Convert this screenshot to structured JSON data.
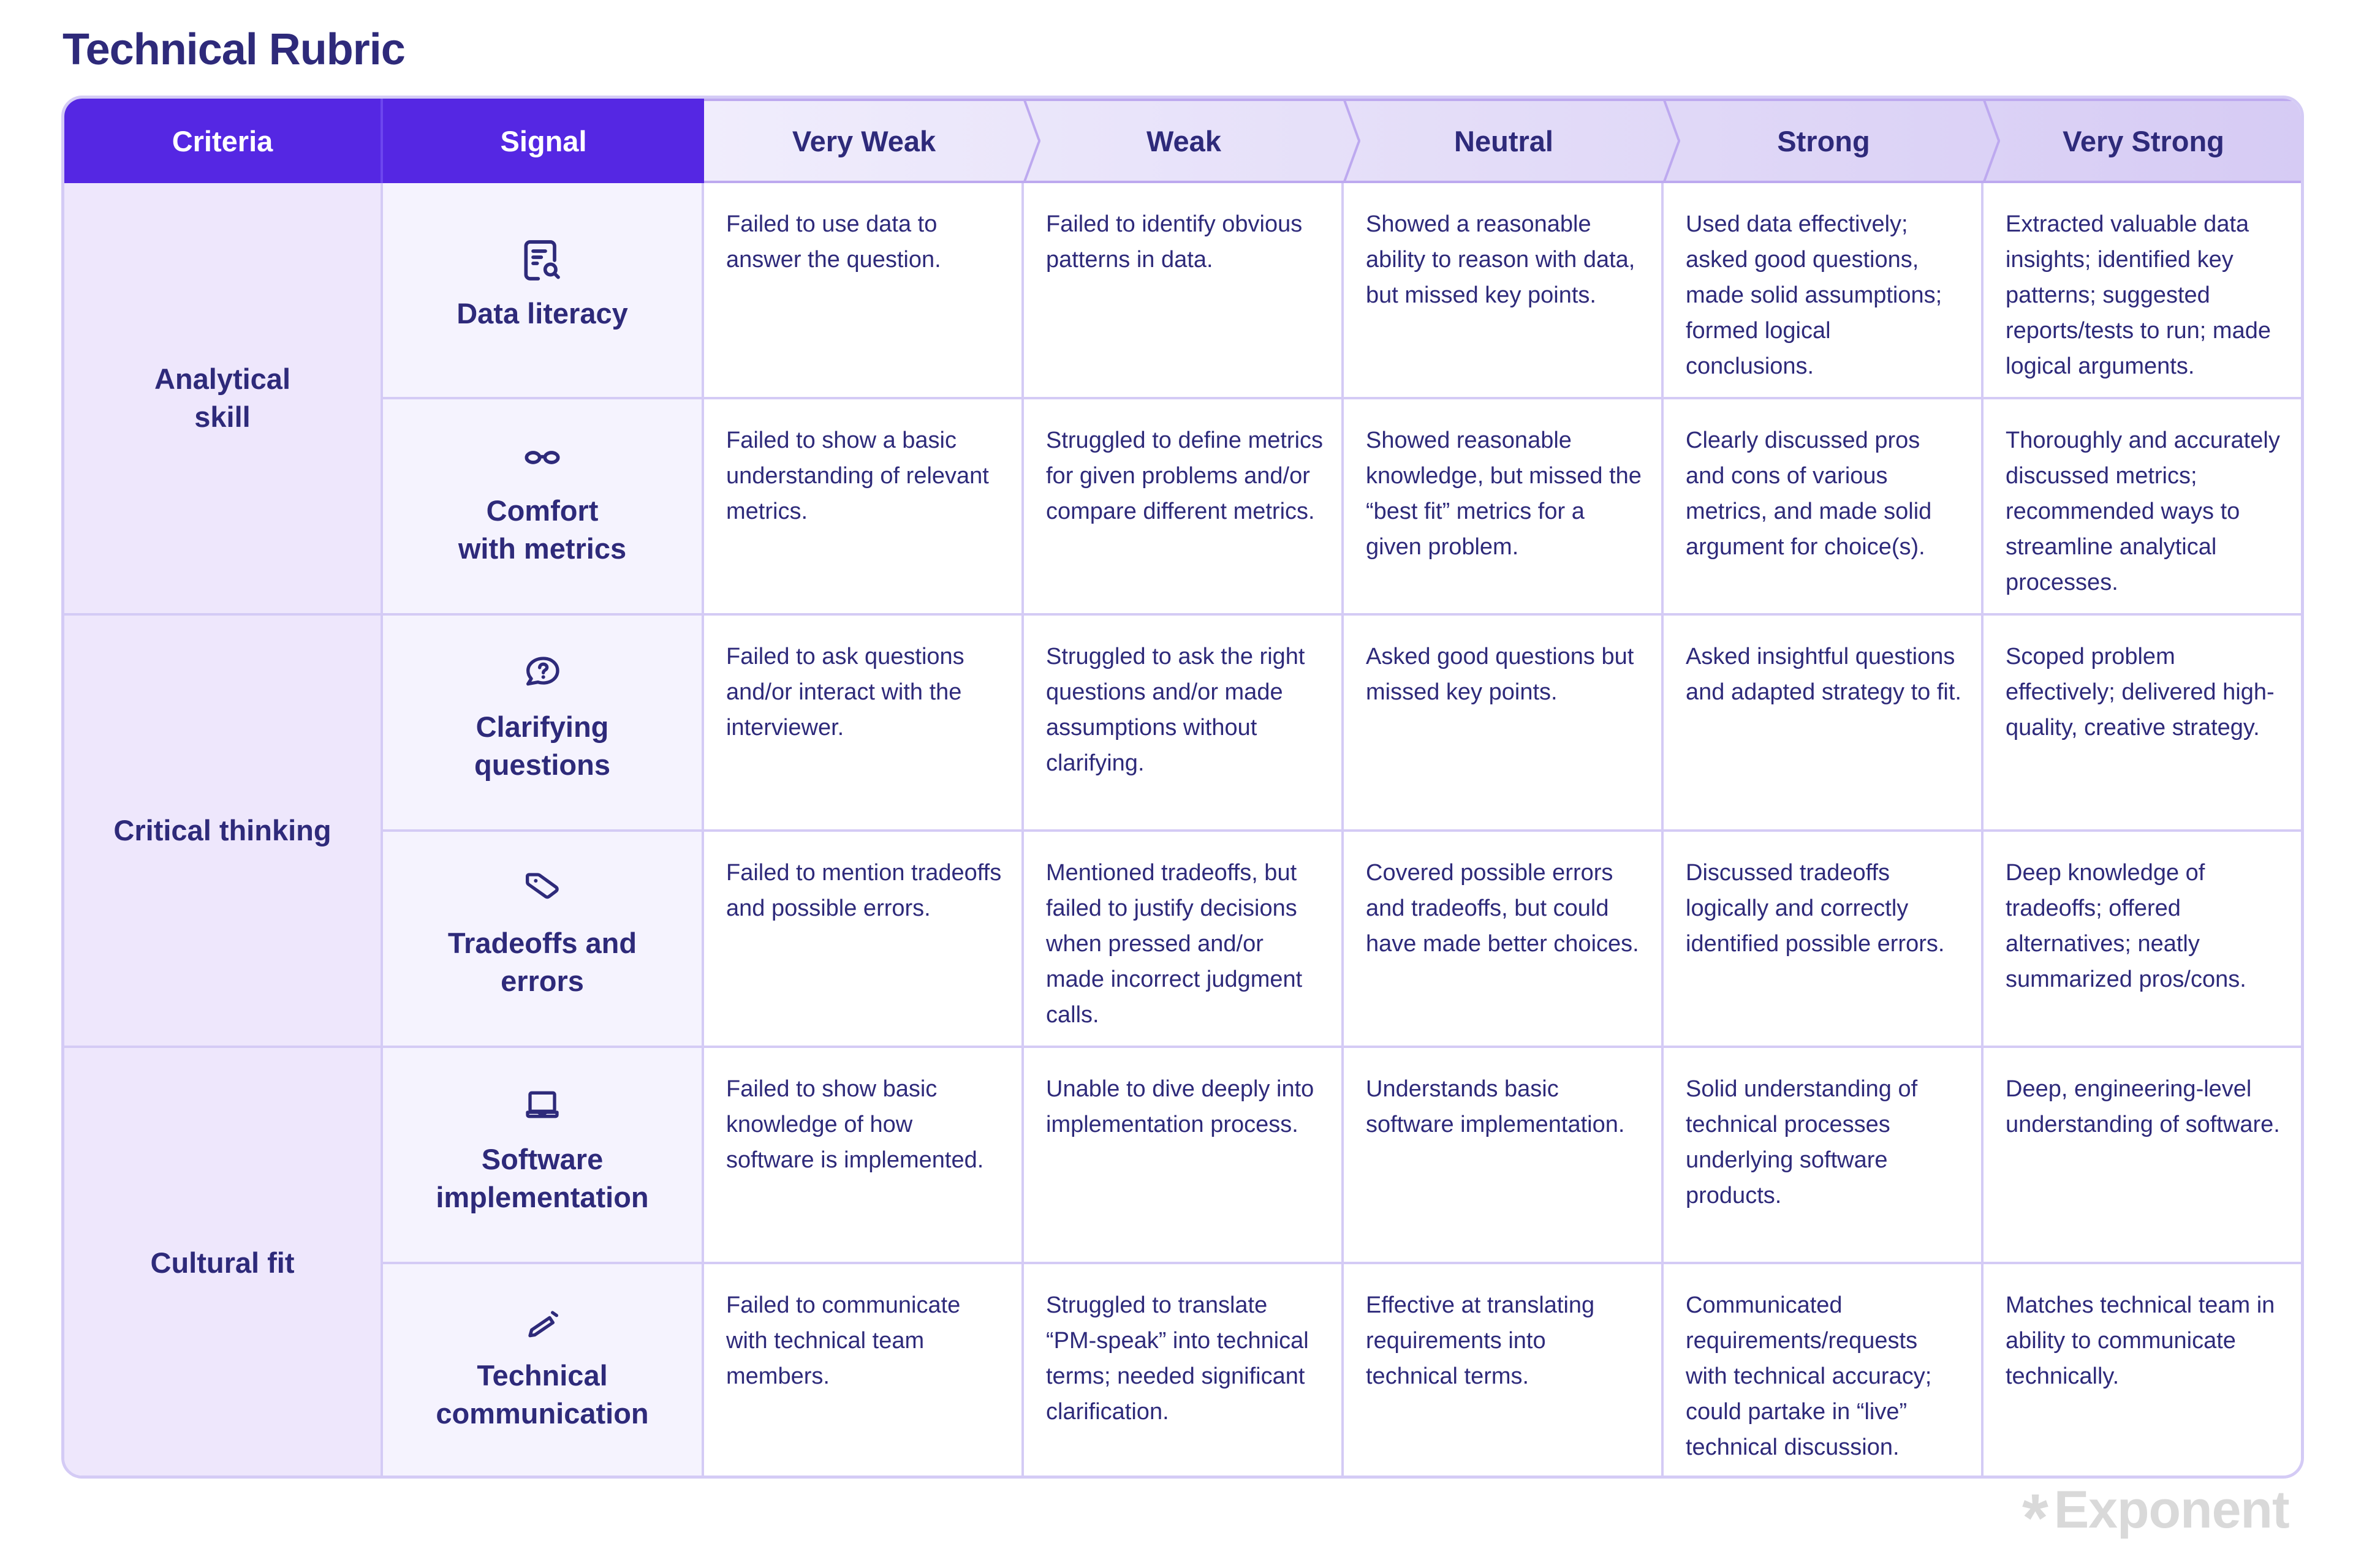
{
  "title": "Technical Rubric",
  "header": {
    "criteria": "Criteria",
    "signal": "Signal",
    "levels": [
      "Very Weak",
      "Weak",
      "Neutral",
      "Strong",
      "Very Strong"
    ]
  },
  "criteria": [
    {
      "label": "Analytical skill",
      "lines": [
        "Analytical",
        "skill"
      ]
    },
    {
      "label": "Critical thinking",
      "lines": [
        "Critical thinking"
      ]
    },
    {
      "label": "Cultural fit",
      "lines": [
        "Cultural fit"
      ]
    }
  ],
  "rows": [
    {
      "signal": "Data literacy",
      "signal_lines": [
        "Data literacy"
      ],
      "icon": "document-search-icon",
      "cells": [
        "Failed to use data to answer the question.",
        "Failed to identify obvious patterns in data.",
        "Showed a reasonable ability to reason with data, but missed key points.",
        "Used data effectively; asked good questions, made solid assumptions; formed logical conclusions.",
        "Extracted valuable data insights; identified key patterns; suggested reports/tests to run; made logical arguments."
      ]
    },
    {
      "signal": "Comfort with metrics",
      "signal_lines": [
        "Comfort",
        "with metrics"
      ],
      "icon": "glasses-icon",
      "cells": [
        "Failed to show a basic understanding of relevant metrics.",
        "Struggled to define metrics for given problems and/or compare different metrics.",
        "Showed reasonable knowledge, but missed the “best fit” metrics for a given problem.",
        "Clearly discussed pros and cons of various metrics, and made solid argument for choice(s).",
        "Thoroughly and accurately discussed metrics; recommended ways to streamline analytical processes."
      ]
    },
    {
      "signal": "Clarifying questions",
      "signal_lines": [
        "Clarifying",
        "questions"
      ],
      "icon": "question-bubble-icon",
      "cells": [
        "Failed to ask questions and/or interact with the interviewer.",
        "Struggled to ask the right questions and/or made assumptions without clarifying.",
        "Asked good questions but missed key points.",
        "Asked insightful questions and adapted strategy to fit.",
        "Scoped problem effectively; delivered high-quality, creative strategy."
      ]
    },
    {
      "signal": "Tradeoffs and errors",
      "signal_lines": [
        "Tradeoffs and",
        "errors"
      ],
      "icon": "tag-icon",
      "cells": [
        "Failed to mention tradeoffs and possible errors.",
        "Mentioned tradeoffs, but failed to justify decisions when pressed and/or made incorrect judgment calls.",
        "Covered possible errors and tradeoffs, but could have made better choices.",
        "Discussed tradeoffs logically and correctly identified possible errors.",
        "Deep knowledge of tradeoffs; offered alternatives; neatly summarized pros/cons."
      ]
    },
    {
      "signal": "Software implementation",
      "signal_lines": [
        "Software",
        "implementation"
      ],
      "icon": "laptop-icon",
      "cells": [
        "Failed to show basic knowledge of how software is implemented.",
        "Unable to dive deeply into implementation process.",
        "Understands basic software implementation.",
        "Solid understanding of technical processes underlying software products.",
        "Deep, engineering-level understanding of software."
      ]
    },
    {
      "signal": "Technical communication",
      "signal_lines": [
        "Technical",
        "communication"
      ],
      "icon": "pencil-icon",
      "cells": [
        "Failed to communicate with technical team members.",
        "Struggled to translate “PM-speak” into technical terms; needed significant clarification.",
        "Effective at translating requirements into technical terms.",
        "Communicated requirements/requests with technical accuracy; could partake in “live” technical discussion.",
        "Matches technical team in ability to communicate technically."
      ]
    }
  ],
  "logo": {
    "star": "*",
    "text": "Exponent"
  },
  "colors": {
    "primary": "#5527e3",
    "text": "#2e2a7a",
    "border": "#d4cbf5",
    "criteria_bg": "#eee7fc",
    "signal_bg": "#f5f3fe",
    "logo": "#d9d9d9"
  }
}
